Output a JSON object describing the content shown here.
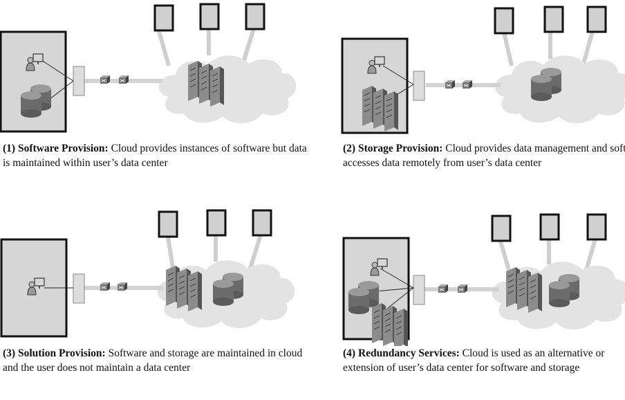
{
  "panels": [
    {
      "title": "(1) Software Provision:",
      "text": " Cloud provides instances of software but data is maintained within user’s data center"
    },
    {
      "title": "(2) Storage Provision:",
      "text": " Cloud provides data management and software accesses data remotely from user’s data center"
    },
    {
      "title": "(3) Solution Provision:",
      "text": " Software and storage are maintained in cloud and the user does not maintain a data center"
    },
    {
      "title": "(4) Redundancy Services:",
      "text": " Cloud is used as an alternative or extension of user’s data center for software and storage"
    }
  ]
}
